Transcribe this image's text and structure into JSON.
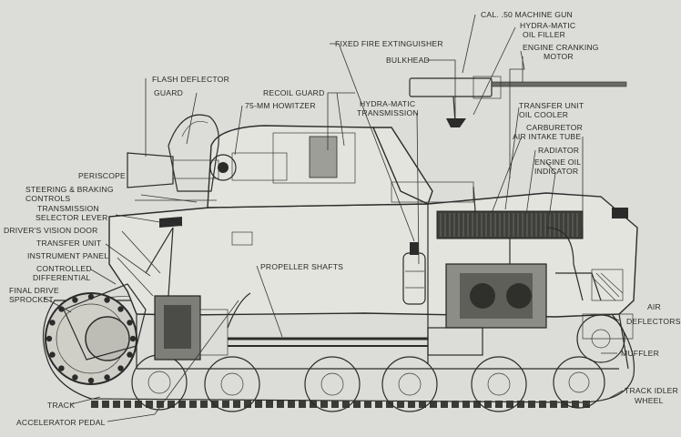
{
  "labels": {
    "cal50_machine_gun": "CAL. .50 MACHINE GUN",
    "hydramatic_oil_filler_1": "HYDRA-MATIC",
    "hydramatic_oil_filler_2": "OIL FILLER",
    "fixed_fire_extinguisher": "FIXED FIRE EXTINGUISHER",
    "engine_cranking_motor_1": "ENGINE CRANKING",
    "engine_cranking_motor_2": "MOTOR",
    "bulkhead": "BULKHEAD",
    "flash_deflector": "FLASH DEFLECTOR",
    "guard": "GUARD",
    "recoil_guard": "RECOIL GUARD",
    "howitzer_75mm": "75-MM HOWITZER",
    "hydramatic_transmission_1": "HYDRA-MATIC",
    "hydramatic_transmission_2": "TRANSMISSION",
    "transfer_unit_oil_cooler_1": "TRANSFER UNIT",
    "transfer_unit_oil_cooler_2": "OIL COOLER",
    "carburetor_air_intake_1": "CARBURETOR",
    "carburetor_air_intake_2": "AIR INTAKE TUBE",
    "radiator": "RADIATOR",
    "engine_oil_indicator_1": "ENGINE OIL",
    "engine_oil_indicator_2": "INDICATOR",
    "periscope": "PERISCOPE",
    "steering_braking_1": "STEERING & BRAKING",
    "steering_braking_2": "CONTROLS",
    "transmission_selector_1": "TRANSMISSION",
    "transmission_selector_2": "SELECTOR LEVER",
    "drivers_vision_door": "DRIVER'S VISION DOOR",
    "transfer_unit": "TRANSFER UNIT",
    "instrument_panel": "INSTRUMENT PANEL",
    "controlled_differential_1": "CONTROLLED",
    "controlled_differential_2": "DIFFERENTIAL",
    "propeller_shafts": "PROPELLER SHAFTS",
    "final_drive_sprocket_1": "FINAL DRIVE",
    "final_drive_sprocket_2": "SPROCKET",
    "air_deflectors_1": "AIR",
    "air_deflectors_2": "DEFLECTORS",
    "muffler": "MUFFLER",
    "track_idler_wheel_1": "TRACK IDLER",
    "track_idler_wheel_2": "WHEEL",
    "track": "TRACK",
    "accelerator_pedal": "ACCELERATOR PEDAL"
  },
  "colors": {
    "paper": "#dcdcd8",
    "ink": "#2b2b2b",
    "shade": "#7a7a76"
  }
}
